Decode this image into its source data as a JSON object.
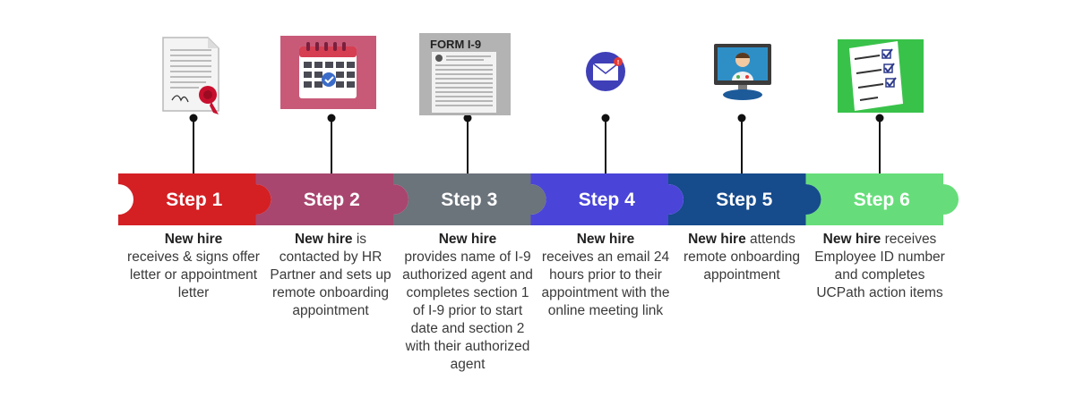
{
  "steps": [
    {
      "label": "Step 1",
      "lead": "New hire",
      "text": "receives & signs offer letter or appointment letter",
      "color": "#d41f23",
      "icon": "signed-document-icon"
    },
    {
      "label": "Step 2",
      "lead": "New hire",
      "text": "is contacted by HR Partner and sets up remote onboarding appointment",
      "color": "#a8466f",
      "icon": "calendar-icon"
    },
    {
      "label": "Step 3",
      "lead": "New hire",
      "text": "provides name of I-9 authorized agent and completes section 1 of I-9 prior to start date and section 2 with their authorized agent",
      "color": "#6b737b",
      "icon": "form-i9-icon"
    },
    {
      "label": "Step 4",
      "lead": "New hire",
      "text": "receives an email 24 hours prior to their appointment with the online meeting link",
      "color": "#4a45d8",
      "icon": "email-notification-icon"
    },
    {
      "label": "Step 5",
      "lead": "New hire",
      "text": "attends remote onboarding appointment",
      "color": "#164b8c",
      "icon": "video-call-icon"
    },
    {
      "label": "Step 6",
      "lead": "New hire",
      "text": "receives Employee ID number and completes UCPath action items",
      "color": "#66dd7a",
      "icon": "checklist-icon"
    }
  ],
  "form_title": "FORM I-9"
}
